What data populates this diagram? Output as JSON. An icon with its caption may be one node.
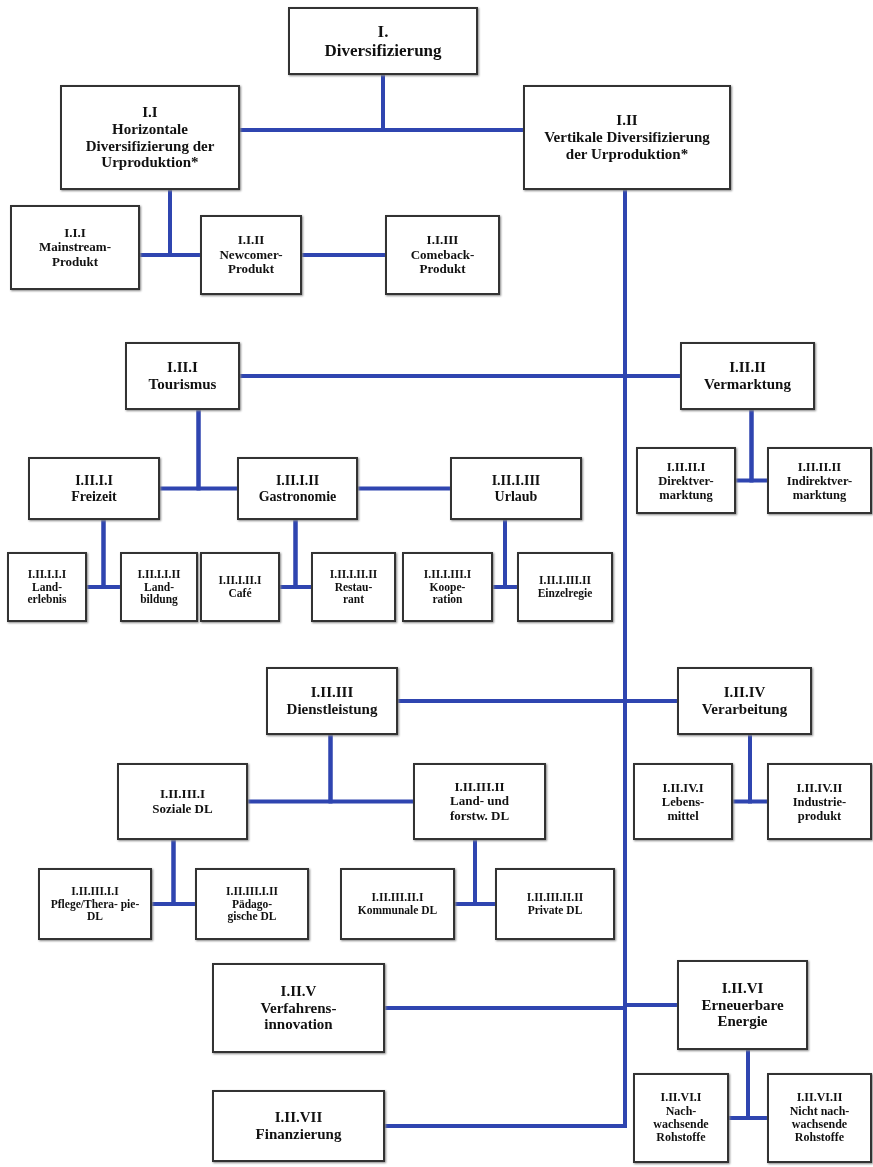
{
  "diagram": {
    "nodes": [
      {
        "text": [
          "I.",
          "Diversifizierung"
        ]
      },
      {
        "text": [
          "I.I",
          "Horizontale Diversifizierung der Urproduktion*"
        ]
      },
      {
        "text": [
          "I.II",
          "Vertikale Diversifizierung der Urproduktion*"
        ]
      },
      {
        "text": [
          "I.I.I",
          "Mainstream- Produkt"
        ]
      },
      {
        "text": [
          "I.I.II",
          "Newcomer- Produkt"
        ]
      },
      {
        "text": [
          "I.I.III",
          "Comeback- Produkt"
        ]
      },
      {
        "text": [
          "I.II.I",
          "Tourismus"
        ]
      },
      {
        "text": [
          "I.II.II",
          "Vermarktung"
        ]
      },
      {
        "text": [
          "I.II.I.I",
          "Freizeit"
        ]
      },
      {
        "text": [
          "I.II.I.II",
          "Gastronomie"
        ]
      },
      {
        "text": [
          "I.II.I.III",
          "Urlaub"
        ]
      },
      {
        "text": [
          "I.II.II.I",
          "Direktver- marktung"
        ]
      },
      {
        "text": [
          "I.II.II.II",
          "Indirektver- marktung"
        ]
      },
      {
        "text": [
          "I.II.I.I.I",
          "Land- erlebnis"
        ]
      },
      {
        "text": [
          "I.II.I.I.II",
          "Land- bildung"
        ]
      },
      {
        "text": [
          "I.II.I.II.I",
          "Café"
        ]
      },
      {
        "text": [
          "I.II.I.II.II",
          "Restau- rant"
        ]
      },
      {
        "text": [
          "I.II.I.III.I",
          "Koope- ration"
        ]
      },
      {
        "text": [
          "I.II.I.III.II",
          "Einzelregie"
        ]
      },
      {
        "text": [
          "I.II.III",
          "Dienstleistung"
        ]
      },
      {
        "text": [
          "I.II.IV",
          "Verarbeitung"
        ]
      },
      {
        "text": [
          "I.II.III.I",
          "Soziale DL"
        ]
      },
      {
        "text": [
          "I.II.III.II",
          "Land- und forstw. DL"
        ]
      },
      {
        "text": [
          "I.II.IV.I",
          "Lebens- mittel"
        ]
      },
      {
        "text": [
          "I.II.IV.II",
          "Industrie- produkt"
        ]
      },
      {
        "text": [
          "I.II.III.I.I",
          "Pflege/Thera- pie-DL"
        ]
      },
      {
        "text": [
          "I.II.III.I.II",
          "Pädago- gische DL"
        ]
      },
      {
        "text": [
          "I.II.III.II.I",
          "Kommunale DL"
        ]
      },
      {
        "text": [
          "I.II.III.II.II",
          "Private DL"
        ]
      },
      {
        "text": [
          "I.II.V",
          "Verfahrens- innovation"
        ]
      },
      {
        "text": [
          "I.II.VI",
          "Erneuerbare Energie"
        ]
      },
      {
        "text": [
          "I.II.VI.I",
          "Nach- wachsende Rohstoffe"
        ]
      },
      {
        "text": [
          "I.II.VI.II",
          "Nicht nach- wachsende Rohstoffe"
        ]
      },
      {
        "text": [
          "I.II.VII",
          "Finanzierung"
        ]
      }
    ],
    "edges": [
      {
        "from": 0,
        "to": 1,
        "arrow": "none"
      },
      {
        "from": 0,
        "to": 2,
        "arrow": "none"
      },
      {
        "from": 1,
        "to": 3,
        "arrow": "none"
      },
      {
        "from": 1,
        "to": 4,
        "arrow": "none"
      },
      {
        "from": 4,
        "to": 5,
        "arrow": "none"
      },
      {
        "from": 2,
        "to": 6,
        "arrow": "none"
      },
      {
        "from": 2,
        "to": 7,
        "arrow": "none"
      },
      {
        "from": 6,
        "to": 8,
        "arrow": "none"
      },
      {
        "from": 6,
        "to": 9,
        "arrow": "none"
      },
      {
        "from": 9,
        "to": 10,
        "arrow": "none"
      },
      {
        "from": 7,
        "to": 11,
        "arrow": "none"
      },
      {
        "from": 7,
        "to": 12,
        "arrow": "none"
      },
      {
        "from": 8,
        "to": 13,
        "arrow": "none"
      },
      {
        "from": 8,
        "to": 14,
        "arrow": "none"
      },
      {
        "from": 9,
        "to": 15,
        "arrow": "none"
      },
      {
        "from": 9,
        "to": 16,
        "arrow": "none"
      },
      {
        "from": 10,
        "to": 17,
        "arrow": "none"
      },
      {
        "from": 10,
        "to": 18,
        "arrow": "none"
      },
      {
        "from": 2,
        "to": 19,
        "arrow": "none"
      },
      {
        "from": 2,
        "to": 20,
        "arrow": "none"
      },
      {
        "from": 19,
        "to": 21,
        "arrow": "none"
      },
      {
        "from": 19,
        "to": 22,
        "arrow": "none"
      },
      {
        "from": 20,
        "to": 23,
        "arrow": "none"
      },
      {
        "from": 20,
        "to": 24,
        "arrow": "none"
      },
      {
        "from": 21,
        "to": 25,
        "arrow": "none"
      },
      {
        "from": 21,
        "to": 26,
        "arrow": "none"
      },
      {
        "from": 22,
        "to": 27,
        "arrow": "none"
      },
      {
        "from": 22,
        "to": 28,
        "arrow": "none"
      },
      {
        "from": 2,
        "to": 29,
        "arrow": "none"
      },
      {
        "from": 2,
        "to": 30,
        "arrow": "none"
      },
      {
        "from": 30,
        "to": 31,
        "arrow": "none"
      },
      {
        "from": 30,
        "to": 32,
        "arrow": "none"
      },
      {
        "from": 2,
        "to": 33,
        "arrow": "none"
      }
    ]
  }
}
